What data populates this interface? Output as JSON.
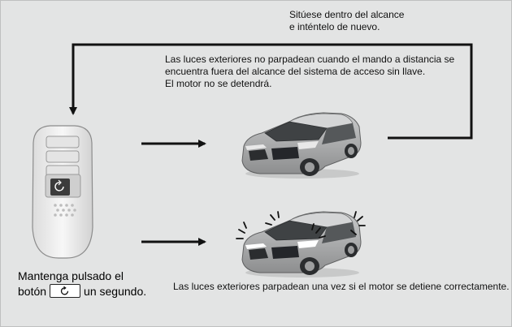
{
  "notes": {
    "retry_line1": "Sitúese dentro del alcance",
    "retry_line2": "e inténtelo de nuevo.",
    "outside_line1": "Las luces exteriores no parpadean cuando el mando a distancia se",
    "outside_line2": "encuentra fuera del alcance del sistema de acceso sin llave.",
    "outside_line3": "El motor no se detendrá.",
    "success": "Las luces exteriores parpadean una vez si el motor se detiene correctamente."
  },
  "instruction": {
    "line1": "Mantenga pulsado el",
    "line2_before": "botón",
    "line2_after": "un segundo."
  },
  "colors": {
    "panel": "#e3e4e4",
    "arrow": "#111111",
    "car_body": "#a9aaab",
    "fob_body": "#f2f2f2"
  },
  "icons": [
    "remote-engine-start-icon",
    "light-flash-icon"
  ]
}
